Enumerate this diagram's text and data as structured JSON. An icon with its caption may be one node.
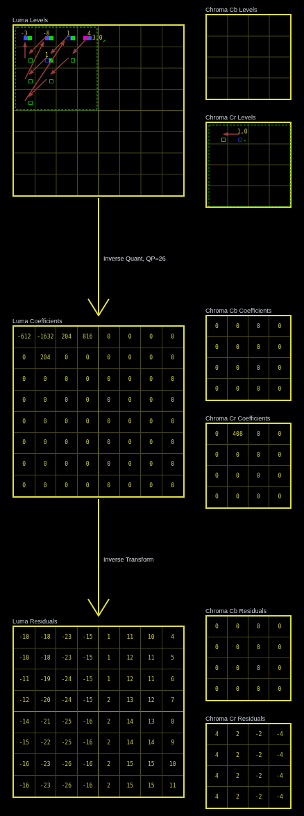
{
  "diagram": {
    "nodes": [
      {
        "text": [
          "Luma Levels"
        ]
      },
      {
        "text": [
          "Chroma Cb Levels"
        ]
      },
      {
        "text": [
          "Chroma Cr Levels"
        ]
      },
      {
        "text": [
          "Luma Coefficients"
        ]
      },
      {
        "text": [
          "-612"
        ],
        "in": 3
      },
      {
        "text": [
          "-1632"
        ],
        "in": 3
      },
      {
        "text": [
          "204"
        ],
        "in": 3
      },
      {
        "text": [
          "816"
        ],
        "in": 3
      },
      {
        "text": [
          "0"
        ],
        "in": 3
      },
      {
        "text": [
          "0"
        ],
        "in": 3
      },
      {
        "text": [
          "0"
        ],
        "in": 3
      },
      {
        "text": [
          "0"
        ],
        "in": 3
      },
      {
        "text": [
          "0"
        ],
        "in": 3
      },
      {
        "text": [
          "204"
        ],
        "in": 3
      },
      {
        "text": [
          "0"
        ],
        "in": 3
      },
      {
        "text": [
          "0"
        ],
        "in": 3
      },
      {
        "text": [
          "0"
        ],
        "in": 3
      },
      {
        "text": [
          "0"
        ],
        "in": 3
      },
      {
        "text": [
          "0"
        ],
        "in": 3
      },
      {
        "text": [
          "0"
        ],
        "in": 3
      },
      {
        "text": [
          "0"
        ],
        "in": 3
      },
      {
        "text": [
          "0"
        ],
        "in": 3
      },
      {
        "text": [
          "0"
        ],
        "in": 3
      },
      {
        "text": [
          "0"
        ],
        "in": 3
      },
      {
        "text": [
          "0"
        ],
        "in": 3
      },
      {
        "text": [
          "0"
        ],
        "in": 3
      },
      {
        "text": [
          "0"
        ],
        "in": 3
      },
      {
        "text": [
          "0"
        ],
        "in": 3
      },
      {
        "text": [
          "0"
        ],
        "in": 3
      },
      {
        "text": [
          "0"
        ],
        "in": 3
      },
      {
        "text": [
          "0"
        ],
        "in": 3
      },
      {
        "text": [
          "0"
        ],
        "in": 3
      },
      {
        "text": [
          "0"
        ],
        "in": 3
      },
      {
        "text": [
          "0"
        ],
        "in": 3
      },
      {
        "text": [
          "0"
        ],
        "in": 3
      },
      {
        "text": [
          "0"
        ],
        "in": 3
      },
      {
        "text": [
          "0"
        ],
        "in": 3
      },
      {
        "text": [
          "0"
        ],
        "in": 3
      },
      {
        "text": [
          "0"
        ],
        "in": 3
      },
      {
        "text": [
          "0"
        ],
        "in": 3
      },
      {
        "text": [
          "0"
        ],
        "in": 3
      },
      {
        "text": [
          "0"
        ],
        "in": 3
      },
      {
        "text": [
          "0"
        ],
        "in": 3
      },
      {
        "text": [
          "0"
        ],
        "in": 3
      },
      {
        "text": [
          "0"
        ],
        "in": 3
      },
      {
        "text": [
          "0"
        ],
        "in": 3
      },
      {
        "text": [
          "0"
        ],
        "in": 3
      },
      {
        "text": [
          "0"
        ],
        "in": 3
      },
      {
        "text": [
          "0"
        ],
        "in": 3
      },
      {
        "text": [
          "0"
        ],
        "in": 3
      },
      {
        "text": [
          "0"
        ],
        "in": 3
      },
      {
        "text": [
          "0"
        ],
        "in": 3
      },
      {
        "text": [
          "0"
        ],
        "in": 3
      },
      {
        "text": [
          "0"
        ],
        "in": 3
      },
      {
        "text": [
          "0"
        ],
        "in": 3
      },
      {
        "text": [
          "0"
        ],
        "in": 3
      },
      {
        "text": [
          "0"
        ],
        "in": 3
      },
      {
        "text": [
          "0"
        ],
        "in": 3
      },
      {
        "text": [
          "0"
        ],
        "in": 3
      },
      {
        "text": [
          "0"
        ],
        "in": 3
      },
      {
        "text": [
          "0"
        ],
        "in": 3
      },
      {
        "text": [
          "0"
        ],
        "in": 3
      },
      {
        "text": [
          "0"
        ],
        "in": 3
      },
      {
        "text": [
          "0"
        ],
        "in": 3
      },
      {
        "text": [
          "0"
        ],
        "in": 3
      },
      {
        "text": [
          "0"
        ],
        "in": 3
      },
      {
        "text": [
          "0"
        ],
        "in": 3
      },
      {
        "text": [
          "0"
        ],
        "in": 3
      },
      {
        "text": [
          "Chroma Cb Coefficients"
        ]
      },
      {
        "text": [
          "0"
        ],
        "in": 68
      },
      {
        "text": [
          "0"
        ],
        "in": 68
      },
      {
        "text": [
          "0"
        ],
        "in": 68
      },
      {
        "text": [
          "0"
        ],
        "in": 68
      },
      {
        "text": [
          "0"
        ],
        "in": 68
      },
      {
        "text": [
          "0"
        ],
        "in": 68
      },
      {
        "text": [
          "0"
        ],
        "in": 68
      },
      {
        "text": [
          "0"
        ],
        "in": 68
      },
      {
        "text": [
          "0"
        ],
        "in": 68
      },
      {
        "text": [
          "0"
        ],
        "in": 68
      },
      {
        "text": [
          "0"
        ],
        "in": 68
      },
      {
        "text": [
          "0"
        ],
        "in": 68
      },
      {
        "text": [
          "0"
        ],
        "in": 68
      },
      {
        "text": [
          "0"
        ],
        "in": 68
      },
      {
        "text": [
          "0"
        ],
        "in": 68
      },
      {
        "text": [
          "0"
        ],
        "in": 68
      },
      {
        "text": [
          "Chroma Cr Coefficients"
        ]
      },
      {
        "text": [
          "0"
        ],
        "in": 85
      },
      {
        "text": [
          "408"
        ],
        "in": 85
      },
      {
        "text": [
          "0"
        ],
        "in": 85
      },
      {
        "text": [
          "0"
        ],
        "in": 85
      },
      {
        "text": [
          "0"
        ],
        "in": 85
      },
      {
        "text": [
          "0"
        ],
        "in": 85
      },
      {
        "text": [
          "0"
        ],
        "in": 85
      },
      {
        "text": [
          "0"
        ],
        "in": 85
      },
      {
        "text": [
          "0"
        ],
        "in": 85
      },
      {
        "text": [
          "0"
        ],
        "in": 85
      },
      {
        "text": [
          "0"
        ],
        "in": 85
      },
      {
        "text": [
          "0"
        ],
        "in": 85
      },
      {
        "text": [
          "0"
        ],
        "in": 85
      },
      {
        "text": [
          "0"
        ],
        "in": 85
      },
      {
        "text": [
          "0"
        ],
        "in": 85
      },
      {
        "text": [
          "0"
        ],
        "in": 85
      },
      {
        "text": [
          "Luma Residuals"
        ]
      },
      {
        "text": [
          "-10"
        ],
        "in": 102
      },
      {
        "text": [
          "-18"
        ],
        "in": 102
      },
      {
        "text": [
          "-23"
        ],
        "in": 102
      },
      {
        "text": [
          "-15"
        ],
        "in": 102
      },
      {
        "text": [
          "1"
        ],
        "in": 102
      },
      {
        "text": [
          "11"
        ],
        "in": 102
      },
      {
        "text": [
          "10"
        ],
        "in": 102
      },
      {
        "text": [
          "4"
        ],
        "in": 102
      },
      {
        "text": [
          "-10"
        ],
        "in": 102
      },
      {
        "text": [
          "-18"
        ],
        "in": 102
      },
      {
        "text": [
          "-23"
        ],
        "in": 102
      },
      {
        "text": [
          "-15"
        ],
        "in": 102
      },
      {
        "text": [
          "1"
        ],
        "in": 102
      },
      {
        "text": [
          "12"
        ],
        "in": 102
      },
      {
        "text": [
          "11"
        ],
        "in": 102
      },
      {
        "text": [
          "5"
        ],
        "in": 102
      },
      {
        "text": [
          "-11"
        ],
        "in": 102
      },
      {
        "text": [
          "-19"
        ],
        "in": 102
      },
      {
        "text": [
          "-24"
        ],
        "in": 102
      },
      {
        "text": [
          "-15"
        ],
        "in": 102
      },
      {
        "text": [
          "1"
        ],
        "in": 102
      },
      {
        "text": [
          "12"
        ],
        "in": 102
      },
      {
        "text": [
          "11"
        ],
        "in": 102
      },
      {
        "text": [
          "6"
        ],
        "in": 102
      },
      {
        "text": [
          "-12"
        ],
        "in": 102
      },
      {
        "text": [
          "-20"
        ],
        "in": 102
      },
      {
        "text": [
          "-24"
        ],
        "in": 102
      },
      {
        "text": [
          "-15"
        ],
        "in": 102
      },
      {
        "text": [
          "2"
        ],
        "in": 102
      },
      {
        "text": [
          "13"
        ],
        "in": 102
      },
      {
        "text": [
          "12"
        ],
        "in": 102
      },
      {
        "text": [
          "7"
        ],
        "in": 102
      },
      {
        "text": [
          "-14"
        ],
        "in": 102
      },
      {
        "text": [
          "-21"
        ],
        "in": 102
      },
      {
        "text": [
          "-25"
        ],
        "in": 102
      },
      {
        "text": [
          "-16"
        ],
        "in": 102
      },
      {
        "text": [
          "2"
        ],
        "in": 102
      },
      {
        "text": [
          "14"
        ],
        "in": 102
      },
      {
        "text": [
          "13"
        ],
        "in": 102
      },
      {
        "text": [
          "8"
        ],
        "in": 102
      },
      {
        "text": [
          "-15"
        ],
        "in": 102
      },
      {
        "text": [
          "-22"
        ],
        "in": 102
      },
      {
        "text": [
          "-25"
        ],
        "in": 102
      },
      {
        "text": [
          "-16"
        ],
        "in": 102
      },
      {
        "text": [
          "2"
        ],
        "in": 102
      },
      {
        "text": [
          "14"
        ],
        "in": 102
      },
      {
        "text": [
          "14"
        ],
        "in": 102
      },
      {
        "text": [
          "9"
        ],
        "in": 102
      },
      {
        "text": [
          "-16"
        ],
        "in": 102
      },
      {
        "text": [
          "-23"
        ],
        "in": 102
      },
      {
        "text": [
          "-26"
        ],
        "in": 102
      },
      {
        "text": [
          "-16"
        ],
        "in": 102
      },
      {
        "text": [
          "2"
        ],
        "in": 102
      },
      {
        "text": [
          "15"
        ],
        "in": 102
      },
      {
        "text": [
          "15"
        ],
        "in": 102
      },
      {
        "text": [
          "10"
        ],
        "in": 102
      },
      {
        "text": [
          "-16"
        ],
        "in": 102
      },
      {
        "text": [
          "-23"
        ],
        "in": 102
      },
      {
        "text": [
          "-26"
        ],
        "in": 102
      },
      {
        "text": [
          "-16"
        ],
        "in": 102
      },
      {
        "text": [
          "2"
        ],
        "in": 102
      },
      {
        "text": [
          "15"
        ],
        "in": 102
      },
      {
        "text": [
          "15"
        ],
        "in": 102
      },
      {
        "text": [
          "11"
        ],
        "in": 102
      },
      {
        "text": [
          "Chroma Cb Residuals"
        ]
      },
      {
        "text": [
          "0"
        ],
        "in": 167
      },
      {
        "text": [
          "0"
        ],
        "in": 167
      },
      {
        "text": [
          "0"
        ],
        "in": 167
      },
      {
        "text": [
          "0"
        ],
        "in": 167
      },
      {
        "text": [
          "0"
        ],
        "in": 167
      },
      {
        "text": [
          "0"
        ],
        "in": 167
      },
      {
        "text": [
          "0"
        ],
        "in": 167
      },
      {
        "text": [
          "0"
        ],
        "in": 167
      },
      {
        "text": [
          "0"
        ],
        "in": 167
      },
      {
        "text": [
          "0"
        ],
        "in": 167
      },
      {
        "text": [
          "0"
        ],
        "in": 167
      },
      {
        "text": [
          "0"
        ],
        "in": 167
      },
      {
        "text": [
          "0"
        ],
        "in": 167
      },
      {
        "text": [
          "0"
        ],
        "in": 167
      },
      {
        "text": [
          "0"
        ],
        "in": 167
      },
      {
        "text": [
          "0"
        ],
        "in": 167
      },
      {
        "text": [
          "Chroma Cr Residuals"
        ]
      },
      {
        "text": [
          "4"
        ],
        "in": 184
      },
      {
        "text": [
          "2"
        ],
        "in": 184
      },
      {
        "text": [
          "-2"
        ],
        "in": 184
      },
      {
        "text": [
          "-4"
        ],
        "in": 184
      },
      {
        "text": [
          "4"
        ],
        "in": 184
      },
      {
        "text": [
          "2"
        ],
        "in": 184
      },
      {
        "text": [
          "-2"
        ],
        "in": 184
      },
      {
        "text": [
          "-4"
        ],
        "in": 184
      },
      {
        "text": [
          "4"
        ],
        "in": 184
      },
      {
        "text": [
          "2"
        ],
        "in": 184
      },
      {
        "text": [
          "-2"
        ],
        "in": 184
      },
      {
        "text": [
          "-4"
        ],
        "in": 184
      },
      {
        "text": [
          "4"
        ],
        "in": 184
      },
      {
        "text": [
          "2"
        ],
        "in": 184
      },
      {
        "text": [
          "-2"
        ],
        "in": 184
      },
      {
        "text": [
          "-4"
        ],
        "in": 184
      }
    ],
    "edges": [
      {
        "from": 0,
        "to": 3,
        "arrow": "to",
        "label": "Inverse Quant, QP=26"
      },
      {
        "from": 3,
        "to": 102,
        "arrow": "to",
        "label": "Inverse Transform"
      }
    ],
    "labels": [
      "-3",
      "-8",
      "1",
      "4",
      "3,0",
      "1",
      "1,0"
    ]
  }
}
